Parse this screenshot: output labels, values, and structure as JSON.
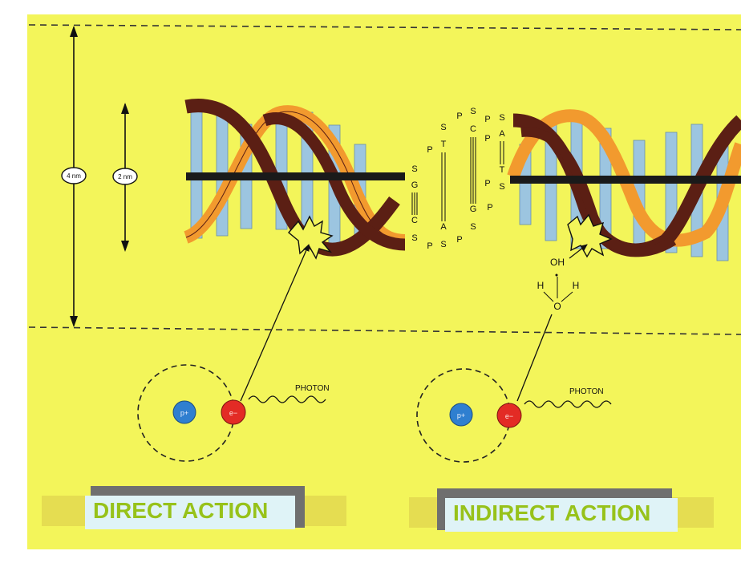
{
  "diagram": {
    "scale_outer_label": "4 nm",
    "scale_inner_label": "2 nm",
    "proton_label": "p+",
    "electron_label": "e−",
    "photon_label": "PHOTON",
    "hydroxyl_label": "OH",
    "water_h_label": "H",
    "water_o_label": "O",
    "strand_left": [
      "S",
      "G",
      "C",
      "S"
    ],
    "strand_left_p": [
      "P",
      "P"
    ],
    "strand_mid1": [
      "S",
      "T",
      "A",
      "S"
    ],
    "strand_mid1_p": [
      "P",
      "P"
    ],
    "strand_mid2": [
      "S",
      "C",
      "G",
      "S"
    ],
    "strand_mid2_p": [
      "P",
      "P"
    ],
    "strand_right": [
      "S",
      "A",
      "T",
      "S"
    ],
    "strand_right_p": [
      "P",
      "P"
    ],
    "direct_caption": "DIRECT ACTION",
    "indirect_caption": "INDIRECT ACTION"
  },
  "colors": {
    "background": "#f3f55a",
    "backbone_dark": "#5b1f14",
    "backbone_orange": "#f29a2e",
    "base_pair_blue": "#9cc5e0",
    "proton": "#2f7fd0",
    "electron": "#e32b25",
    "caption_text": "#97c21a",
    "caption_bg": "#dff3f7"
  }
}
